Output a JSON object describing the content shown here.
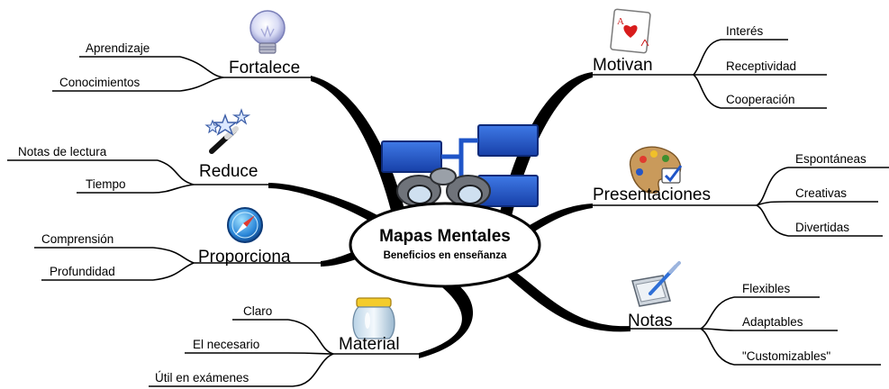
{
  "center": {
    "title": "Mapas Mentales",
    "subtitle": "Beneficios en enseñanza",
    "icon": "binoculars-flowchart-icon"
  },
  "branches": [
    {
      "id": "fortalece",
      "label": "Fortalece",
      "icon": "lightbulb-icon",
      "items": [
        "Aprendizaje",
        "Conocimientos"
      ]
    },
    {
      "id": "reduce",
      "label": "Reduce",
      "icon": "magic-wand-icon",
      "items": [
        "Notas de lectura",
        "Tiempo"
      ]
    },
    {
      "id": "proporciona",
      "label": "Proporciona",
      "icon": "compass-icon",
      "items": [
        "Comprensión",
        "Profundidad"
      ]
    },
    {
      "id": "material",
      "label": "Material",
      "icon": "jar-icon",
      "items": [
        "Claro",
        "El necesario",
        "Útil en exámenes"
      ]
    },
    {
      "id": "motivan",
      "label": "Motivan",
      "icon": "ace-of-hearts-card-icon",
      "items": [
        "Interés",
        "Receptividad",
        "Cooperación"
      ]
    },
    {
      "id": "presentaciones",
      "label": "Presentaciones",
      "icon": "paint-palette-icon",
      "items": [
        "Espontáneas",
        "Creativas",
        "Divertidas"
      ]
    },
    {
      "id": "notas",
      "label": "Notas",
      "icon": "pen-tablet-icon",
      "items": [
        "Flexibles",
        "Adaptables",
        "\"Customizables\""
      ]
    }
  ],
  "card_letter": "A",
  "colors": {
    "stem": "#000000",
    "center_fill": "#ffffff",
    "flowchart_blue": "#1f55c8",
    "palette_brown": "#c99a5b"
  }
}
